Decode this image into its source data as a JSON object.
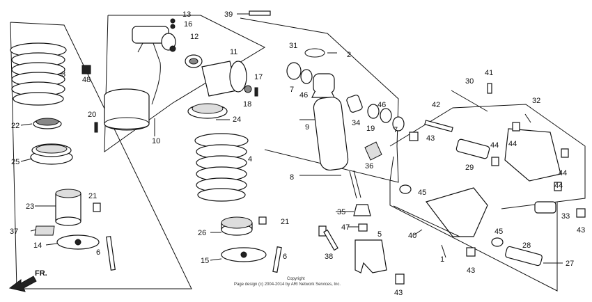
{
  "part_labels": [
    "1",
    "2",
    "3",
    "4",
    "5",
    "6",
    "6",
    "7",
    "7",
    "8",
    "9",
    "10",
    "11",
    "12",
    "13",
    "14",
    "15",
    "16",
    "17",
    "18",
    "19",
    "20",
    "21",
    "21",
    "22",
    "23",
    "24",
    "25",
    "26",
    "27",
    "28",
    "29",
    "30",
    "31",
    "32",
    "33",
    "34",
    "35",
    "36",
    "37",
    "38",
    "39",
    "40",
    "41",
    "42",
    "43",
    "43",
    "43",
    "43",
    "44",
    "44",
    "44",
    "44",
    "45",
    "45",
    "46",
    "46",
    "47",
    "48"
  ],
  "copyright_line1": "Copyright",
  "copyright_line2": "Page design (c) 2004-2014 by ARI Network Services, Inc.",
  "direction_label": "FR."
}
